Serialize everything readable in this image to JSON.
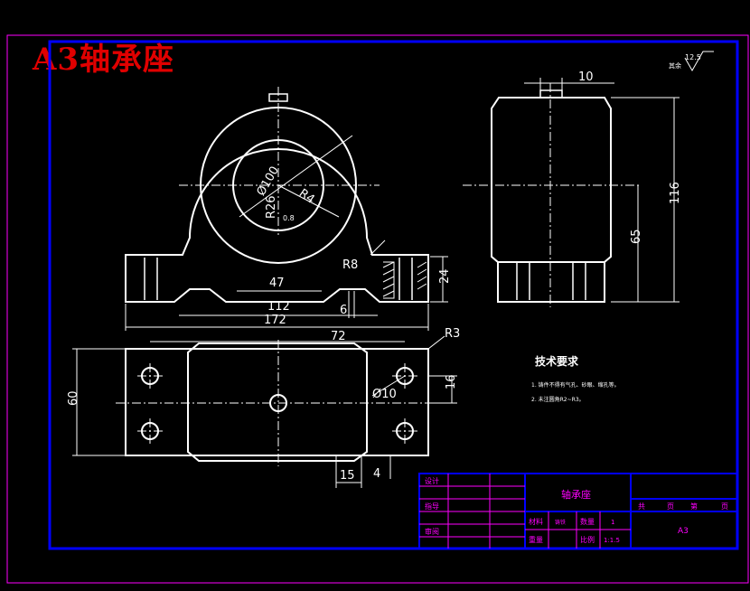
{
  "header": {
    "title": "A3轴承座"
  },
  "roughness": {
    "label": "其余",
    "value": "12.5"
  },
  "dims": {
    "front": {
      "dia_outer": "Ø100",
      "r_a": "R26",
      "r_b": "R4",
      "ra": "0.8",
      "r8": "R8",
      "d47": "47",
      "d112": "112",
      "d172": "172",
      "d24": "24",
      "d6": "6"
    },
    "side": {
      "d10": "10",
      "d116": "116",
      "d65": "65"
    },
    "top": {
      "d72": "72",
      "r3": "R3",
      "d60": "60",
      "dia10": "Ø10",
      "d16": "16",
      "d15": "15",
      "d4": "4"
    }
  },
  "notes": {
    "title": "技术要求",
    "items": [
      "1. 铸件不得有气孔、砂眼、缩孔等。",
      "2. 未注圆角R2~R3。"
    ]
  },
  "titleblock": {
    "rows": [
      "设计",
      "指导",
      "审阅"
    ],
    "part_name": "轴承座",
    "sheet_labels": [
      "共",
      "页",
      "第",
      "页"
    ],
    "material_label": "材料",
    "material": "铸铁",
    "quantity_label": "数量",
    "quantity": "1",
    "weight_label": "重量",
    "scale_label": "比例",
    "scale": "1:1.5",
    "sheet_size": "A3"
  },
  "colors": {
    "background": "#000000",
    "frame": "#ff00ff",
    "border": "#0000ff",
    "lines": "#ffffff",
    "title": "#e00000",
    "table_text": "#ff00ff"
  }
}
